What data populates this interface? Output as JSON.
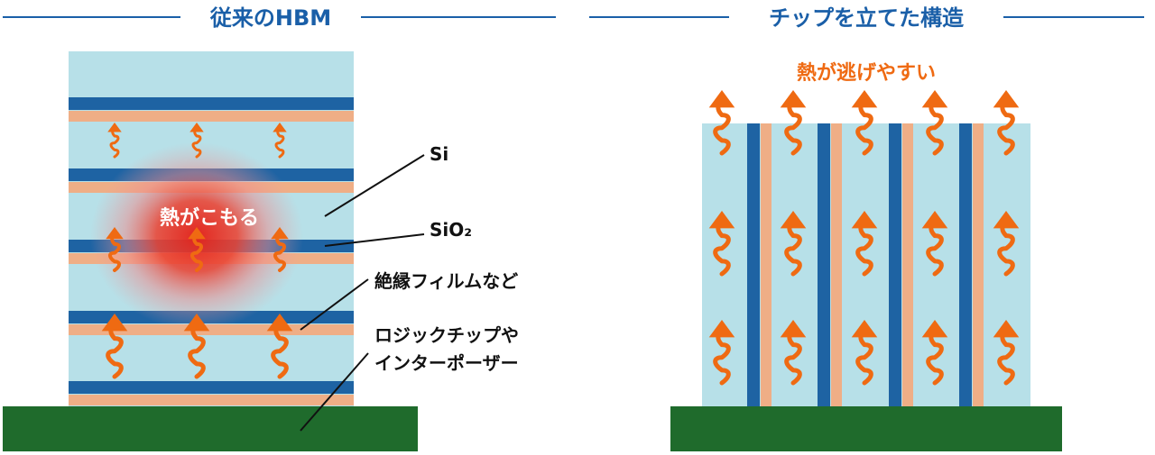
{
  "left_panel": {
    "title": "従来のHBM",
    "heat_label": "熱がこもる",
    "labels": {
      "si": "Si",
      "sio2": "SiO₂",
      "insulation": "絶縁フィルムなど",
      "substrate_line1": "ロジックチップや",
      "substrate_line2": "インターポーザー"
    }
  },
  "right_panel": {
    "title": "チップを立てた構造",
    "heat_label": "熱が逃げやすい"
  },
  "colors": {
    "title_blue": "#1a5fa8",
    "heat_orange": "#ef6a12",
    "silicon": "#b7e0e8",
    "sio2_blue": "#1e63a3",
    "insulation_peach": "#efae86",
    "substrate_green": "#1f6b2c",
    "hot_red": "#e3231b"
  }
}
